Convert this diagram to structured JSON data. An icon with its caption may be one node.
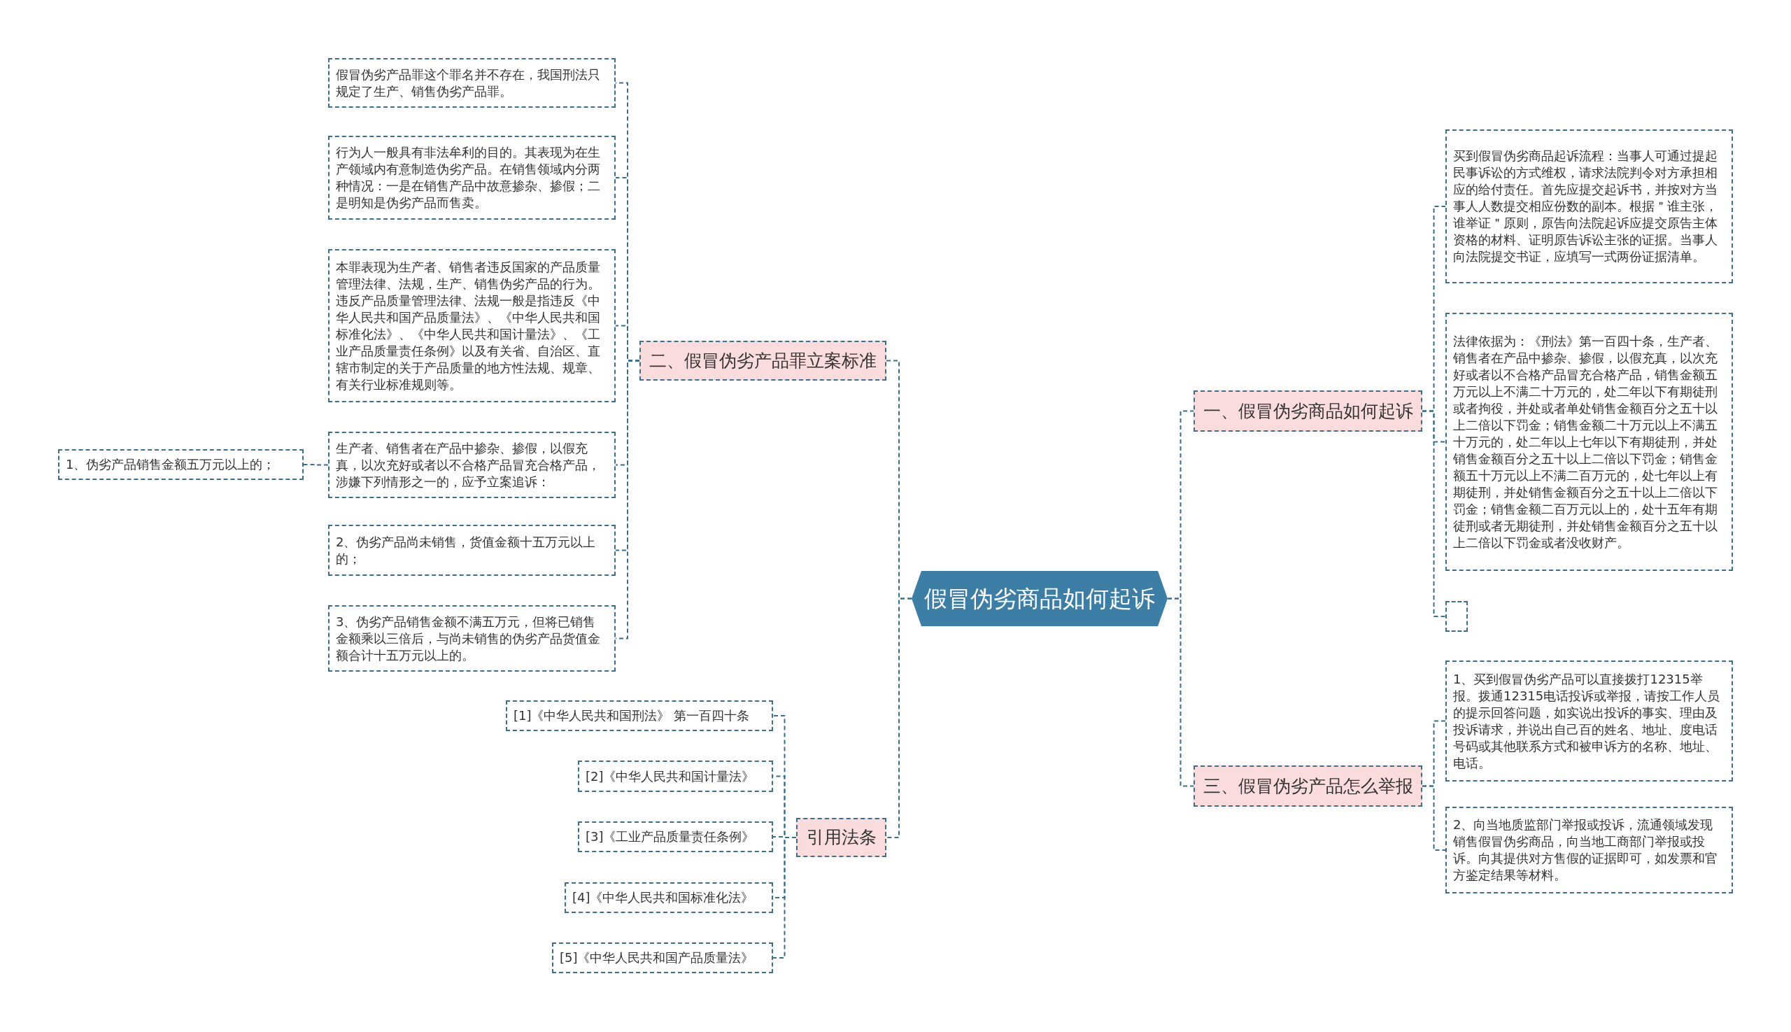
{
  "diagram": {
    "nodes": [
      {
        "text": [
          "假冒伪劣商品如何起诉"
        ]
      },
      {
        "text": [
          "二、假冒伪劣产品罪立案标准"
        ]
      },
      {
        "text": [
          "假冒伪劣产品罪这个罪名并不存在，我国刑法只规定了生产、销售伪劣产品罪。"
        ]
      },
      {
        "text": [
          "行为人一般具有非法牟利的目的。其表现为在生产领域内有意制造伪劣产品。在销售领域内分两种情况：一是在销售产品中故意掺杂、掺假；二是明知是伪劣产品而售卖。"
        ]
      },
      {
        "text": [
          "本罪表现为生产者、销售者违反国家的产品质量管理法律、法规，生产、销售伪劣产品的行为。违反产品质量管理法律、法规一般是指违反《中华人民共和国产品质量法》、《中华人民共和国标准化法》、《中华人民共和国计量法》、《工业产品质量责任条例》以及有关省、自治区、直辖市制定的关于产品质量的地方性法规、规章、有关行业标准规则等。"
        ]
      },
      {
        "text": [
          "生产者、销售者在产品中掺杂、掺假，以假充真，以次充好或者以不合格产品冒充合格产品，涉嫌下列情形之一的，应予立案追诉："
        ]
      },
      {
        "text": [
          "1、伪劣产品销售金额五万元以上的；"
        ]
      },
      {
        "text": [
          "2、伪劣产品尚未销售，货值金额十五万元以上的；"
        ]
      },
      {
        "text": [
          "3、伪劣产品销售金额不满五万元，但将已销售金额乘以三倍后，与尚未销售的伪劣产品货值金额合计十五万元以上的。"
        ]
      },
      {
        "text": [
          "引用法条"
        ]
      },
      {
        "text": [
          "[1]《中华人民共和国刑法》 第一百四十条"
        ]
      },
      {
        "text": [
          "[2]《中华人民共和国计量法》"
        ]
      },
      {
        "text": [
          "[3]《工业产品质量责任条例》"
        ]
      },
      {
        "text": [
          "[4]《中华人民共和国标准化法》"
        ]
      },
      {
        "text": [
          "[5]《中华人民共和国产品质量法》"
        ]
      },
      {
        "text": [
          "一、假冒伪劣商品如何起诉"
        ]
      },
      {
        "text": [
          "买到假冒伪劣商品起诉流程：当事人可通过提起民事诉讼的方式维权，请求法院判令对方承担相应的给付责任。首先应提交起诉书，并按对方当事人人数提交相应份数的副本。根据＂谁主张，谁举证＂原则，原告向法院起诉应提交原告主体资格的材料、证明原告诉讼主张的证据。当事人向法院提交书证，应填写一式两份证据清单。"
        ]
      },
      {
        "text": [
          "法律依据为：《刑法》第一百四十条，生产者、销售者在产品中掺杂、掺假，以假充真，以次充好或者以不合格产品冒充合格产品，销售金额五万元以上不满二十万元的，处二年以下有期徒刑或者拘役，并处或者单处销售金额百分之五十以上二倍以下罚金；销售金额二十万元以上不满五十万元的，处二年以上七年以下有期徒刑，并处销售金额百分之五十以上二倍以下罚金；销售金额五十万元以上不满二百万元的，处七年以上有期徒刑，并处销售金额百分之五十以上二倍以下罚金；销售金额二百万元以上的，处十五年有期徒刑或者无期徒刑，并处销售金额百分之五十以上二倍以下罚金或者没收财产。"
        ]
      },
      {
        "text": [],
        "shape": "box"
      },
      {
        "text": [
          "三、假冒伪劣产品怎么举报"
        ]
      },
      {
        "text": [
          "1、买到假冒伪劣产品可以直接拨打12315举报。拨通12315电话投诉或举报，请按工作人员的提示回答问题，如实说出投诉的事实、理由及投诉请求，并说出自己百的姓名、地址、度电话号码或其他联系方式和被申诉方的名称、地址、电话。"
        ]
      },
      {
        "text": [
          "2、向当地质监部门举报或投诉，流通领域发现销售假冒伪劣商品，向当地工商部门举报或投诉。向其提供对方售假的证据即可，如发票和官方鉴定结果等材料。"
        ]
      }
    ],
    "edges": [
      {
        "from": 0,
        "to": 1,
        "arrow": "none"
      },
      {
        "from": 1,
        "to": 2,
        "arrow": "none"
      },
      {
        "from": 1,
        "to": 3,
        "arrow": "none"
      },
      {
        "from": 1,
        "to": 4,
        "arrow": "none"
      },
      {
        "from": 1,
        "to": 5,
        "arrow": "none"
      },
      {
        "from": 5,
        "to": 6,
        "arrow": "none"
      },
      {
        "from": 1,
        "to": 7,
        "arrow": "none"
      },
      {
        "from": 1,
        "to": 8,
        "arrow": "none"
      },
      {
        "from": 0,
        "to": 9,
        "arrow": "none"
      },
      {
        "from": 9,
        "to": 10,
        "arrow": "none"
      },
      {
        "from": 9,
        "to": 11,
        "arrow": "none"
      },
      {
        "from": 9,
        "to": 12,
        "arrow": "none"
      },
      {
        "from": 9,
        "to": 13,
        "arrow": "none"
      },
      {
        "from": 9,
        "to": 14,
        "arrow": "none"
      },
      {
        "from": 0,
        "to": 15,
        "arrow": "none"
      },
      {
        "from": 15,
        "to": 16,
        "arrow": "none"
      },
      {
        "from": 15,
        "to": 17,
        "arrow": "none"
      },
      {
        "from": 15,
        "to": 18,
        "arrow": "none"
      },
      {
        "from": 0,
        "to": 19,
        "arrow": "none"
      },
      {
        "from": 19,
        "to": 20,
        "arrow": "none"
      },
      {
        "from": 19,
        "to": 21,
        "arrow": "none"
      }
    ]
  }
}
